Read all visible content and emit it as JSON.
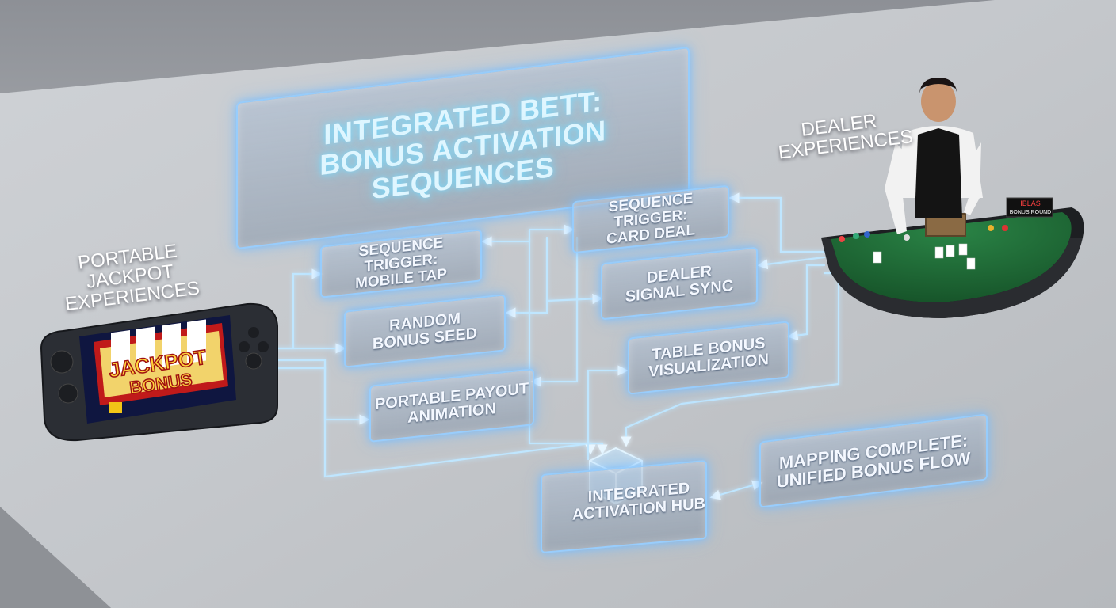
{
  "title": {
    "line1": "INTEGRATED BETT:",
    "line2": "BONUS ACTIVATION SEQUENCES"
  },
  "labels": {
    "portable": {
      "line1": "PORTABLE JACKPOT",
      "line2": "EXPERIENCES"
    },
    "dealer": {
      "line1": "DEALER",
      "line2": "EXPERIENCES"
    }
  },
  "nodes": {
    "mobile_tap": {
      "line1": "SEQUENCE TRIGGER:",
      "line2": "MOBILE TAP"
    },
    "card_deal": {
      "line1": "SEQUENCE TRIGGER:",
      "line2": "CARD DEAL"
    },
    "random_seed": {
      "line1": "RANDOM",
      "line2": "BONUS SEED"
    },
    "dealer_sync": {
      "line1": "DEALER",
      "line2": "SIGNAL SYNC"
    },
    "payout_anim": {
      "line1": "PORTABLE PAYOUT",
      "line2": "ANIMATION"
    },
    "table_viz": {
      "line1": "TABLE BONUS",
      "line2": "VISUALIZATION"
    },
    "hub": {
      "line1": "INTEGRATED",
      "line2": "ACTIVATION HUB"
    },
    "mapping": {
      "line1": "MAPPING COMPLETE:",
      "line2": "UNIFIED BONUS FLOW"
    }
  },
  "device": {
    "screen_text_line1": "JACKPOT",
    "screen_text_line2": "BONUS"
  },
  "table_sign": {
    "line1": "IBLAS",
    "line2": "BONUS ROUND"
  },
  "colors": {
    "glow": "#8fd0ff",
    "felt": "#1f6b35",
    "device_body": "#2b2e34"
  }
}
